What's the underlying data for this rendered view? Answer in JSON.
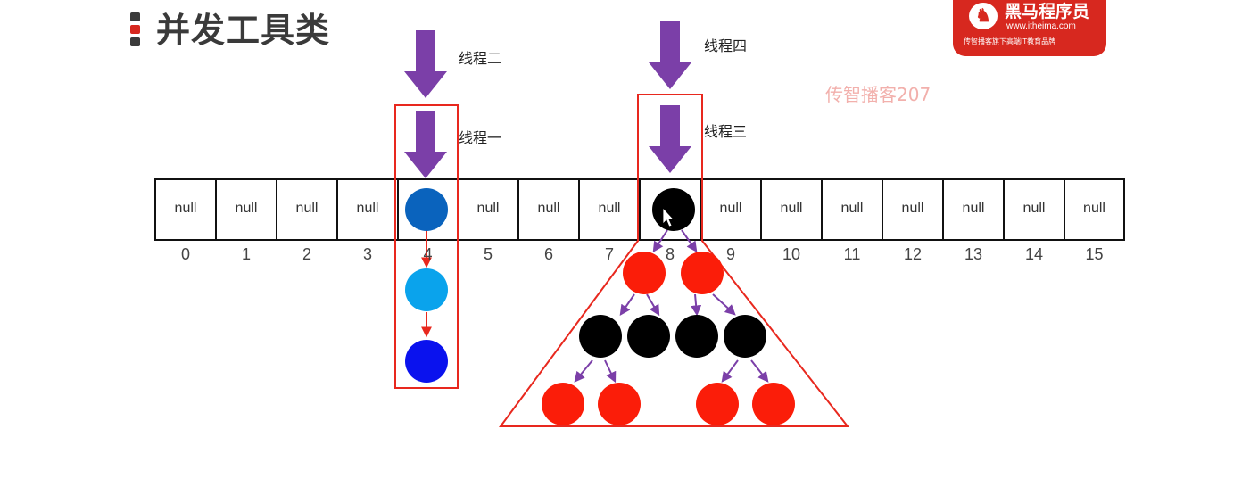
{
  "header": {
    "title": "并发工具类",
    "marker_colors": [
      "#3b3b3b",
      "#d7281f",
      "#3b3b3b"
    ]
  },
  "logo": {
    "name": "黑马程序员",
    "url": "www.itheima.com",
    "slogan": "传智播客旗下高端IT教育品牌",
    "icon": "horse-logo-icon",
    "color": "#d7281f"
  },
  "watermark": {
    "text": "传智播客207"
  },
  "threads": {
    "t1": "线程一",
    "t2": "线程二",
    "t3": "线程三",
    "t4": "线程四"
  },
  "table": {
    "null_label": "null",
    "indices": [
      "0",
      "1",
      "2",
      "3",
      "4",
      "5",
      "6",
      "7",
      "8",
      "9",
      "10",
      "11",
      "12",
      "13",
      "14",
      "15"
    ]
  },
  "colors": {
    "arrow_purple": "#7b3fa8",
    "highlight_red": "#e8281e",
    "node_blue_dark": "#0a63bd",
    "node_blue_light": "#0aa3ec",
    "node_blue_deep": "#0a12ee",
    "node_red": "#fb1d09",
    "node_black": "#000000"
  }
}
